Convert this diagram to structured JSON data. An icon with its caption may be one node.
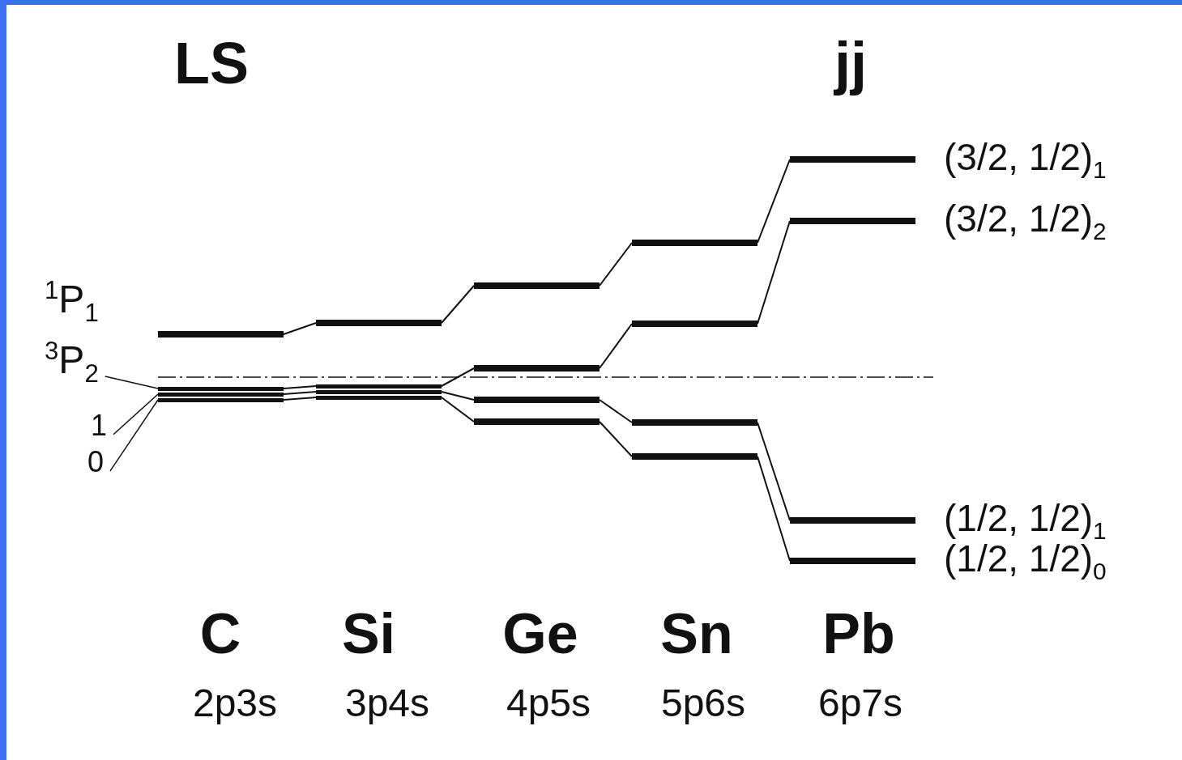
{
  "diagram": {
    "nodes": [
      {
        "text": [],
        "shape": "bar"
      },
      {
        "text": [],
        "shape": "bar"
      },
      {
        "text": [],
        "shape": "bar"
      },
      {
        "text": [],
        "shape": "bar"
      },
      {
        "text": [],
        "shape": "bar"
      },
      {
        "text": [],
        "shape": "bar"
      },
      {
        "text": [],
        "shape": "bar"
      },
      {
        "text": [],
        "shape": "bar"
      },
      {
        "text": [],
        "shape": "bar"
      },
      {
        "text": [],
        "shape": "bar"
      },
      {
        "text": [],
        "shape": "bar"
      },
      {
        "text": [],
        "shape": "bar"
      },
      {
        "text": [],
        "shape": "bar"
      },
      {
        "text": [],
        "shape": "bar"
      },
      {
        "text": [],
        "shape": "bar"
      },
      {
        "text": [],
        "shape": "bar"
      },
      {
        "text": [],
        "shape": "bar",
        "beside": [
          "(3/2, 1/2)$_{1}$"
        ]
      },
      {
        "text": [],
        "shape": "bar",
        "beside": [
          "(3/2, 1/2)$_{2}$"
        ]
      },
      {
        "text": [],
        "shape": "bar",
        "beside": [
          "(1/2, 1/2)$_{1}$"
        ]
      },
      {
        "text": [],
        "shape": "bar",
        "beside": [
          "(1/2, 1/2)$_{0}$"
        ]
      },
      {
        "text": [
          "$^{3}$P$_{2}$"
        ]
      },
      {
        "text": [
          "1"
        ]
      },
      {
        "text": [
          "0"
        ]
      }
    ],
    "edges": [
      {
        "from": 0,
        "to": 4,
        "arrow": "none"
      },
      {
        "from": 1,
        "to": 5,
        "arrow": "none"
      },
      {
        "from": 2,
        "to": 6,
        "arrow": "none"
      },
      {
        "from": 3,
        "to": 7,
        "arrow": "none"
      },
      {
        "from": 4,
        "to": 8,
        "arrow": "none"
      },
      {
        "from": 5,
        "to": 9,
        "arrow": "none"
      },
      {
        "from": 6,
        "to": 10,
        "arrow": "none"
      },
      {
        "from": 7,
        "to": 11,
        "arrow": "none"
      },
      {
        "from": 8,
        "to": 12,
        "arrow": "none"
      },
      {
        "from": 9,
        "to": 13,
        "arrow": "none"
      },
      {
        "from": 10,
        "to": 14,
        "arrow": "none"
      },
      {
        "from": 11,
        "to": 15,
        "arrow": "none"
      },
      {
        "from": 12,
        "to": 16,
        "arrow": "none"
      },
      {
        "from": 13,
        "to": 17,
        "arrow": "none"
      },
      {
        "from": 14,
        "to": 18,
        "arrow": "none"
      },
      {
        "from": 15,
        "to": 19,
        "arrow": "none"
      },
      {
        "from": 20,
        "to": 1,
        "arrow": "none"
      },
      {
        "from": 21,
        "to": 2,
        "arrow": "none"
      },
      {
        "from": 22,
        "to": 3,
        "arrow": "none"
      }
    ],
    "labels": [
      "LS",
      "jj",
      "$^{1}$P$_{1}$",
      "C",
      "2p3s",
      "Si",
      "3p4s",
      "Ge",
      "4p5s",
      "Sn",
      "5p6s",
      "Pb",
      "6p7s"
    ]
  }
}
